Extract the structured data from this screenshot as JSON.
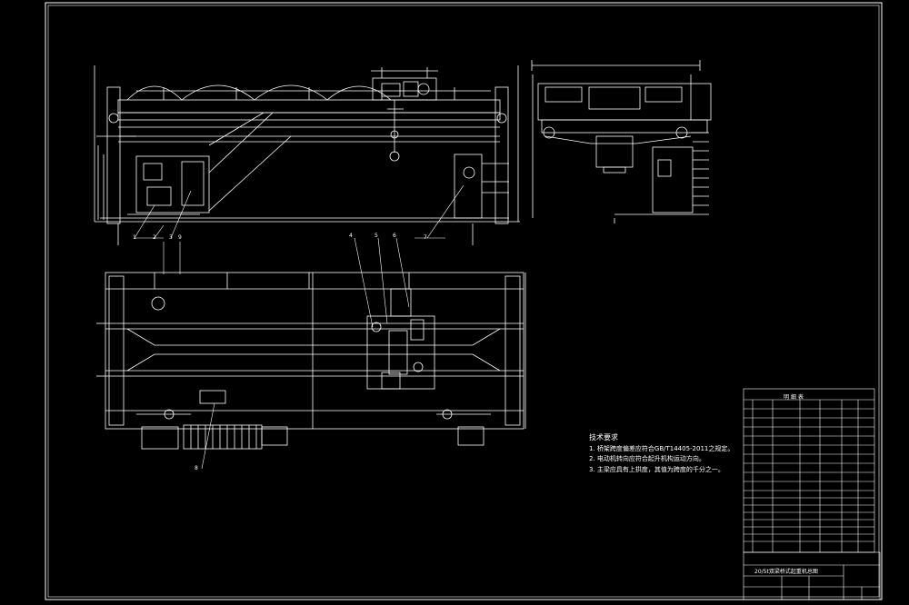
{
  "drawing": {
    "background": "#000000",
    "line_color": "#ffffff",
    "technical_requirements": {
      "heading": "技术要求",
      "items": [
        "1. 桥架跨度偏差应符合GB/T14405-2011之规定。",
        "2. 电动机转向应符合起升机构运动方向。",
        "3. 主梁应具有上拱度，其值为跨度的千分之一。"
      ]
    },
    "bom_title": "明 细 表",
    "title_block": {
      "title": "20/5t双梁桥式起重机总图"
    },
    "part_numbers": [
      "1",
      "2",
      "3",
      "4",
      "5",
      "6",
      "7",
      "8",
      "9"
    ]
  }
}
